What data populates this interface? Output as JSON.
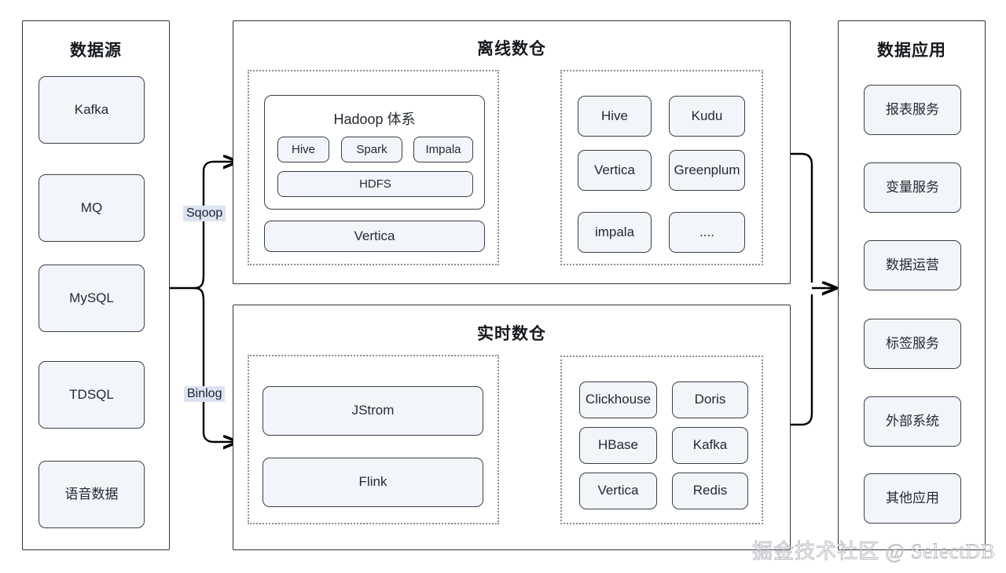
{
  "diagram": {
    "watermark": "掘金技术社区 @ SelectDB"
  },
  "data_source": {
    "title": "数据源",
    "items": [
      {
        "label": "Kafka"
      },
      {
        "label": "MQ"
      },
      {
        "label": "MySQL"
      },
      {
        "label": "TDSQL"
      },
      {
        "label": "语音数据"
      }
    ]
  },
  "offline_warehouse": {
    "title": "离线数仓",
    "compute_group": {
      "card_title": "Hadoop 体系",
      "engines": [
        {
          "label": "Hive"
        },
        {
          "label": "Spark"
        },
        {
          "label": "Impala"
        }
      ],
      "storage": {
        "label": "HDFS"
      },
      "sibling": {
        "label": "Vertica"
      }
    },
    "storage_grid": [
      {
        "label": "Hive"
      },
      {
        "label": "Kudu"
      },
      {
        "label": "Vertica"
      },
      {
        "label": "Greenplum"
      },
      {
        "label": "impala"
      },
      {
        "label": "...."
      }
    ]
  },
  "realtime_warehouse": {
    "title": "实时数仓",
    "compute_items": [
      {
        "label": "JStrom"
      },
      {
        "label": "Flink"
      }
    ],
    "storage_grid": [
      {
        "label": "Clickhouse"
      },
      {
        "label": "Doris"
      },
      {
        "label": "HBase"
      },
      {
        "label": "Kafka"
      },
      {
        "label": "Vertica"
      },
      {
        "label": "Redis"
      }
    ]
  },
  "data_application": {
    "title": "数据应用",
    "items": [
      {
        "label": "报表服务"
      },
      {
        "label": "变量服务"
      },
      {
        "label": "数据运营"
      },
      {
        "label": "标签服务"
      },
      {
        "label": "外部系统"
      },
      {
        "label": "其他应用"
      }
    ]
  },
  "edges": {
    "sqoop_label": "Sqoop",
    "binlog_label": "Binlog"
  },
  "colors": {
    "node_fill": "#f2f5fa",
    "node_border": "#3a4047",
    "panel_border": "#2f343a",
    "dotted_border": "#8d8d8d",
    "edge_label_bg": "#dde3f0",
    "arrow": "#000000"
  }
}
